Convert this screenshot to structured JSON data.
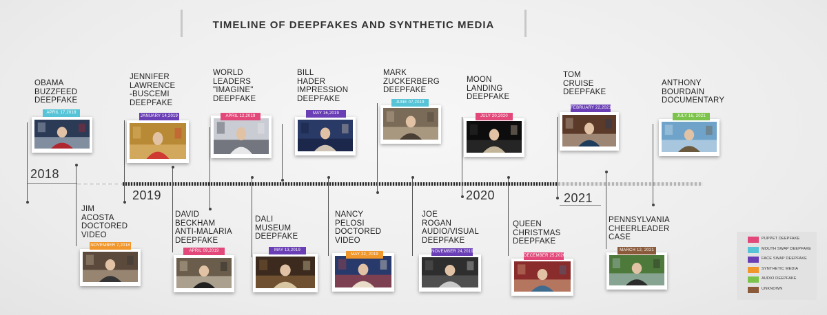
{
  "title": "TIMELINE OF DEEPFAKES AND SYNTHETIC MEDIA",
  "years": [
    "2018",
    "2019",
    "2020",
    "2021"
  ],
  "colors": {
    "puppet": "#e2487a",
    "mouth_swap": "#56c4d6",
    "face_swap": "#6a3fb5",
    "synthetic": "#f0962a",
    "audio": "#7cc34b",
    "unknown": "#8a5a3a"
  },
  "events": [
    {
      "label": "OBAMA\nBUZZFEED\nDEEPFAKE",
      "date": "APRIL 17,2018",
      "category": "mouth_swap",
      "scene": "podium"
    },
    {
      "label": "JIM\nACOSTA\nDOCTORED\nVIDEO",
      "date": "NOVEMBER 7,2018",
      "category": "synthetic",
      "scene": "crowd"
    },
    {
      "label": "JENNIFER\nLAWRENCE\n-BUSCEMI\nDEEPFAKE",
      "date": "JANUARY 14,2019",
      "category": "face_swap",
      "scene": "stage"
    },
    {
      "label": "DAVID\nBECKHAM\nANTI-MALARIA\nDEEPFAKE",
      "date": "APRIL 09,2019",
      "category": "puppet",
      "scene": "interview"
    },
    {
      "label": "WORLD\nLEADERS\n\"IMAGINE\"\nDEEPFAKE",
      "date": "APRIL 12,2019",
      "category": "puppet",
      "scene": "split"
    },
    {
      "label": "DALI\nMUSEUM\nDEEPFAKE",
      "date": "MAY 13,2019",
      "category": "face_swap",
      "scene": "museum"
    },
    {
      "label": "BILL\nHADER\nIMPRESSION\nDEEPFAKE",
      "date": "MAY 16,2019",
      "category": "face_swap",
      "scene": "talkshow"
    },
    {
      "label": "NANCY\nPELOSI\nDOCTORED\nVIDEO",
      "date": "MAY 22, 2019",
      "category": "synthetic",
      "scene": "flags"
    },
    {
      "label": "MARK\nZUCKERBERG\nDEEPFAKE",
      "date": "JUNE 07,2019",
      "category": "mouth_swap",
      "scene": "room"
    },
    {
      "label": "JOE\nROGAN\nAUDIO/VISUAL\nDEEPFAKE",
      "date": "NOVEMBER 24,2019",
      "category": "face_swap",
      "scene": "studio"
    },
    {
      "label": "MOON\nLANDING\nDEEPFAKE",
      "date": "JULY 20,2020",
      "category": "puppet",
      "scene": "desk"
    },
    {
      "label": "QUEEN\nCHRISTMAS\nDEEPFAKE",
      "date": "DECEMBER 25,2020",
      "category": "puppet",
      "scene": "queen"
    },
    {
      "label": "TOM\nCRUISE\nDEEPFAKE",
      "date": "FEBRUARY 22,2021",
      "category": "face_swap",
      "scene": "portrait"
    },
    {
      "label": "PENNSYLVANIA\nCHEERLEADER\nCASE",
      "date": "MARCH 12, 2021",
      "category": "unknown",
      "scene": "outdoor"
    },
    {
      "label": "ANTHONY\nBOURDAIN\nDOCUMENTARY",
      "date": "JULY 16, 2021",
      "category": "audio",
      "scene": "harbor"
    }
  ],
  "legend": [
    {
      "label": "PUPPET DEEPFAKE",
      "category": "puppet"
    },
    {
      "label": "MOUTH SWAP DEEPFAKE",
      "category": "mouth_swap"
    },
    {
      "label": "FACE SWAP DEEPFAKE",
      "category": "face_swap"
    },
    {
      "label": "SYNTHETIC MEDIA",
      "category": "synthetic"
    },
    {
      "label": "AUDIO DEEPFAKE",
      "category": "audio"
    },
    {
      "label": "UNKNOWN",
      "category": "unknown"
    }
  ]
}
